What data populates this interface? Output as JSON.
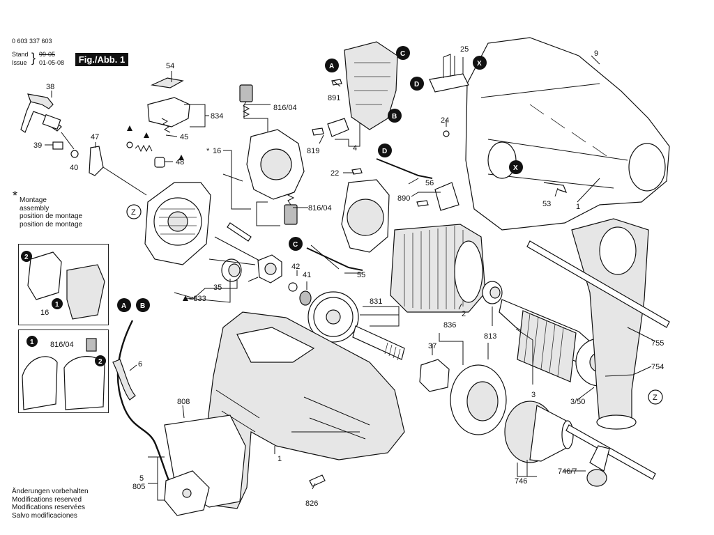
{
  "header": {
    "part_number": "0 603 337 603",
    "stand_label": "Stand",
    "stand_value": "99-05",
    "issue_label": "Issue",
    "issue_value": "01-05-08",
    "figure": "Fig./Abb. 1"
  },
  "legend": {
    "symbol": "*",
    "lines": [
      "Montage",
      "assembly",
      "position de montage",
      "position de montage"
    ]
  },
  "notes": [
    "Änderungen vorbehalten",
    "Modifications reserved",
    "Modifications reservées",
    "Salvo modificaciones"
  ],
  "markers": [
    "A",
    "B",
    "C",
    "D",
    "X",
    "Z"
  ],
  "part_labels": {
    "p38": "38",
    "p39": "39",
    "p40": "40",
    "p47": "47",
    "p54": "54",
    "p834": "834",
    "p45": "45",
    "p48": "48",
    "p816a": "816/04",
    "p816b": "816/04",
    "p16": "16",
    "p16b": "16",
    "p833": "=833",
    "p35": "35",
    "p42": "42",
    "p41": "41",
    "p55": "55",
    "p831": "831",
    "p891": "891",
    "p819": "819",
    "p4": "4",
    "p22": "22",
    "p56": "56",
    "p890": "890",
    "p25": "25",
    "p24": "24",
    "p9": "9",
    "p53": "53",
    "p1a": "1",
    "p2": "2",
    "p813": "813",
    "p836": "836",
    "p37": "37",
    "p3": "3",
    "p755": "755",
    "p754": "754",
    "p350": "3/50",
    "p746": "746",
    "p7467": "746/7",
    "p6": "6",
    "p808": "808",
    "p1b": "1",
    "p5": "5",
    "p805": "805",
    "p826": "826",
    "p816c": "816/04"
  }
}
